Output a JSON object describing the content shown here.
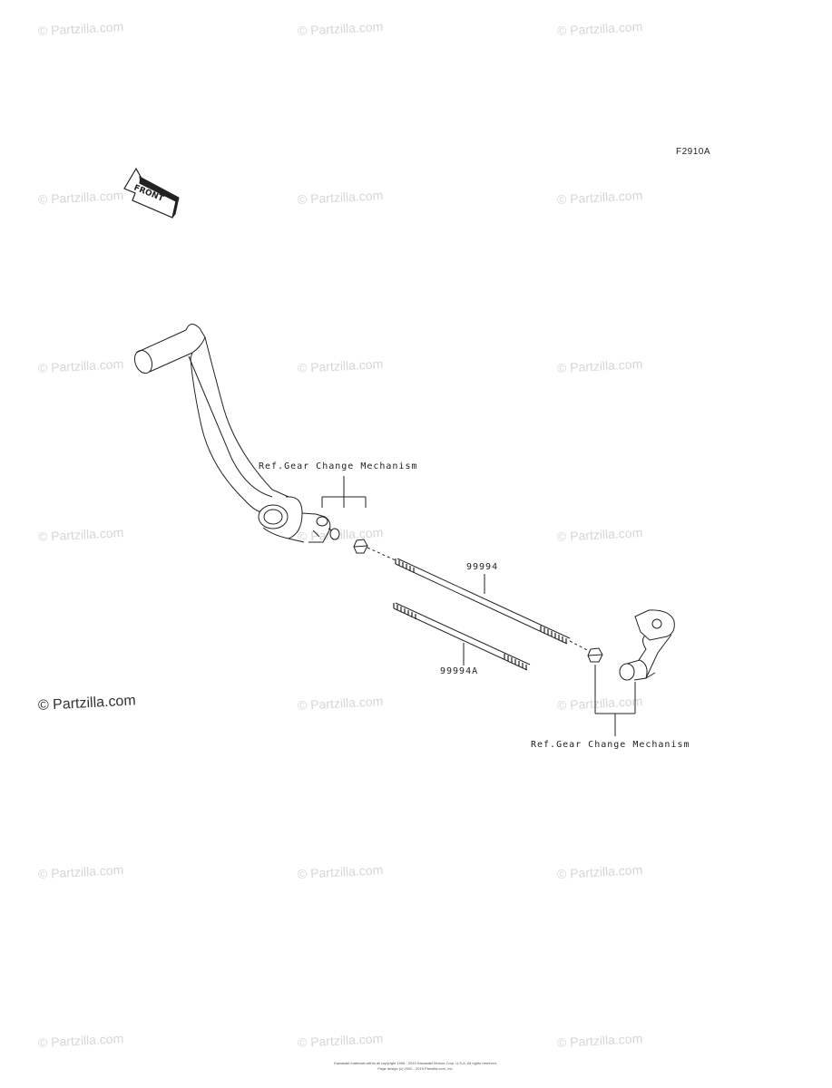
{
  "diagram_code": "F2910A",
  "front_label": "FRONT",
  "watermark": "© Partzilla.com",
  "labels": {
    "ref_upper": "Ref.Gear Change Mechanism",
    "ref_lower": "Ref.Gear Change Mechanism",
    "part_rod": "99994",
    "part_rod_alt": "99994A"
  },
  "footer": {
    "line1": "Kawasaki materials within all copyright 1998 - 2019 Kawasaki Motors Corp. U.S.A. All rights reserved.",
    "line2": "Page design (c) 2002 - 2019 Partzilla.com, Inc."
  }
}
